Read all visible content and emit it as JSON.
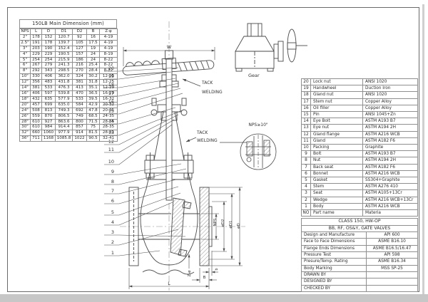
{
  "dim_table": {
    "title": "150LB Main Dimension (mm)",
    "headers": [
      "NPS",
      "L",
      "D",
      "D1",
      "D2",
      "B",
      "Z-φ"
    ],
    "rows": [
      [
        "2\"",
        "178",
        "152",
        "120.7",
        "92",
        "16",
        "4-19"
      ],
      [
        "2.5\"",
        "191",
        "178",
        "139.7",
        "105",
        "17.5",
        "4-19"
      ],
      [
        "3\"",
        "203",
        "190",
        "152.4",
        "127",
        "19",
        "4-19"
      ],
      [
        "4\"",
        "229",
        "229",
        "190.5",
        "157",
        "24",
        "8-19"
      ],
      [
        "5\"",
        "254",
        "254",
        "215.9",
        "186",
        "24",
        "8-22"
      ],
      [
        "6\"",
        "267",
        "279",
        "241.3",
        "216",
        "25.4",
        "8-22"
      ],
      [
        "8\"",
        "292",
        "343",
        "298.5",
        "270",
        "28.4",
        "8-22"
      ],
      [
        "10\"",
        "330",
        "406",
        "362.0",
        "324",
        "30.2",
        "12-25"
      ],
      [
        "12\"",
        "356",
        "483",
        "431.8",
        "381",
        "31.8",
        "12-25"
      ],
      [
        "14\"",
        "381",
        "533",
        "476.3",
        "413",
        "35.1",
        "12-29"
      ],
      [
        "16\"",
        "406",
        "597",
        "539.8",
        "470",
        "36.5",
        "16-29"
      ],
      [
        "18\"",
        "432",
        "635",
        "577.9",
        "533",
        "39.5",
        "16-32"
      ],
      [
        "20\"",
        "457",
        "699",
        "635.0",
        "584",
        "42.9",
        "20-32"
      ],
      [
        "24\"",
        "508",
        "813",
        "749.3",
        "692",
        "47.8",
        "20-35"
      ],
      [
        "26\"",
        "559",
        "870",
        "806.5",
        "749",
        "68.5",
        "24-35"
      ],
      [
        "28\"",
        "610",
        "927",
        "863.6",
        "800",
        "71.5",
        "28-35"
      ],
      [
        "30\"",
        "610",
        "984",
        "914.4",
        "857",
        "75",
        "28-35"
      ],
      [
        "32\"",
        "660",
        "1060",
        "977.9",
        "914",
        "81.5",
        "28-41"
      ],
      [
        "36\"",
        "711",
        "1168",
        "1085.8",
        "1022",
        "90.5",
        "32-41"
      ]
    ]
  },
  "parts_table": {
    "rows": [
      [
        "20",
        "Lock nut",
        "ANSI 1020"
      ],
      [
        "19",
        "Handwheel",
        "Duction Iron"
      ],
      [
        "18",
        "Gland nut",
        "ANSI 1020"
      ],
      [
        "17",
        "Stem nut",
        "Copper Alloy"
      ],
      [
        "16",
        "Oil filler",
        "Copper Alloy"
      ],
      [
        "15",
        "Pin",
        "ANSI 1045+Zn"
      ],
      [
        "14",
        "Eye Bolt",
        "ASTM A193 B7"
      ],
      [
        "13",
        "Eye nut",
        "ASTM A194 2H"
      ],
      [
        "12",
        "Gland flange",
        "ASTM A216 WCB"
      ],
      [
        "11",
        "Gland",
        "ASTM A182 F6"
      ],
      [
        "10",
        "Packing",
        "Graphite"
      ],
      [
        "9",
        "Bolt",
        "ASTM A193 B7"
      ],
      [
        "8",
        "Nut",
        "ASTM A194 2H"
      ],
      [
        "7",
        "Back seat",
        "ASTM A182 F6"
      ],
      [
        "6",
        "Bonnet",
        "ASTM A216 WCB"
      ],
      [
        "5",
        "Gasket",
        "SS304+Graphite"
      ],
      [
        "4",
        "Stem",
        "ASTM A276 410"
      ],
      [
        "3",
        "Seat",
        "ASTM A105+13Cr"
      ],
      [
        "2",
        "Wedge",
        "ASTM A216 WCB+13Cr"
      ],
      [
        "1",
        "Body",
        "ASTM A216 WCB"
      ]
    ],
    "footer": {
      "no": "NO",
      "name": "Part name",
      "material": "Materia"
    }
  },
  "spec_table": {
    "title_line1": "CLASS 150, HW-OP",
    "title_line2": "BB, RF, OS&Y, GATE VALVES",
    "rows": [
      [
        "Design and Manufacture",
        "API 600"
      ],
      [
        "Face to Face Dimensions",
        "ASME B16.10"
      ],
      [
        "Flange Ends Dimensions",
        "ASME B16.5/16.47"
      ],
      [
        "Pressure Test",
        "API 598"
      ],
      [
        "Presure/Temp. Rating",
        "ASME B16.34"
      ],
      [
        "Body Marking",
        "MSS SP-25"
      ]
    ],
    "signature_rows": [
      [
        "DRAWN BY",
        ""
      ],
      [
        "DESIGNED BY",
        ""
      ],
      [
        "CHECKED BY",
        ""
      ]
    ]
  },
  "drawing": {
    "callouts": [
      "20",
      "19",
      "18",
      "17",
      "16",
      "15",
      "14",
      "13",
      "12",
      "11",
      "10",
      "9",
      "8",
      "7",
      "6",
      "5",
      "4",
      "3",
      "2",
      "1"
    ],
    "labels": {
      "w": "W",
      "l": "L",
      "b_big": "B",
      "b_small": "b",
      "z_phi": "Z-ø",
      "nps": "NPS",
      "d2": "øD2",
      "d1": "øD1",
      "d": "øD",
      "tack_1": "TACK",
      "welding_1": "WELDING",
      "tack_2": "TACK",
      "welding_2": "WELDING",
      "nps_detail": "NPS≥10\"",
      "gear": "Gear"
    },
    "colors": {
      "line": "#4a4a4a",
      "border": "#6a6a6a"
    }
  }
}
